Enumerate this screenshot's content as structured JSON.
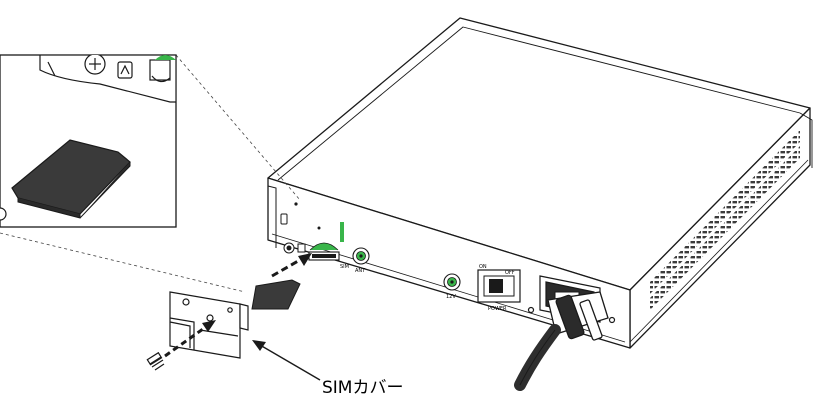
{
  "callout": {
    "sim_cover_label": "SIMカバー"
  },
  "panel_labels": {
    "on": "ON",
    "off": "OFF",
    "power": "POWER",
    "sim": "SIM",
    "ant": "ANT",
    "dc": "12V"
  },
  "colors": {
    "outline": "#1a1a1a",
    "device_body": "#ffffff",
    "sim_card": "#3a3a3a",
    "slot_green": "#39b54a",
    "vent": "#444444",
    "cable": "#2e2e2e"
  }
}
